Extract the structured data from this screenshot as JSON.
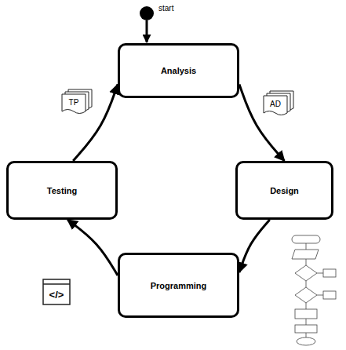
{
  "diagram": {
    "nodes": [
      {
        "text": [
          "Analysis"
        ]
      },
      {
        "text": [
          "Design"
        ]
      },
      {
        "text": [
          "Programming"
        ]
      },
      {
        "text": [
          "Testing"
        ]
      }
    ],
    "edges": [
      {
        "from": 0,
        "to": 1,
        "arrow": "to"
      },
      {
        "from": 1,
        "to": 2,
        "arrow": "to"
      },
      {
        "from": 2,
        "to": 3,
        "arrow": "to"
      },
      {
        "from": 3,
        "to": 0,
        "arrow": "to"
      }
    ],
    "labels": [
      "start",
      "AD",
      "TP",
      "</>"
    ]
  }
}
